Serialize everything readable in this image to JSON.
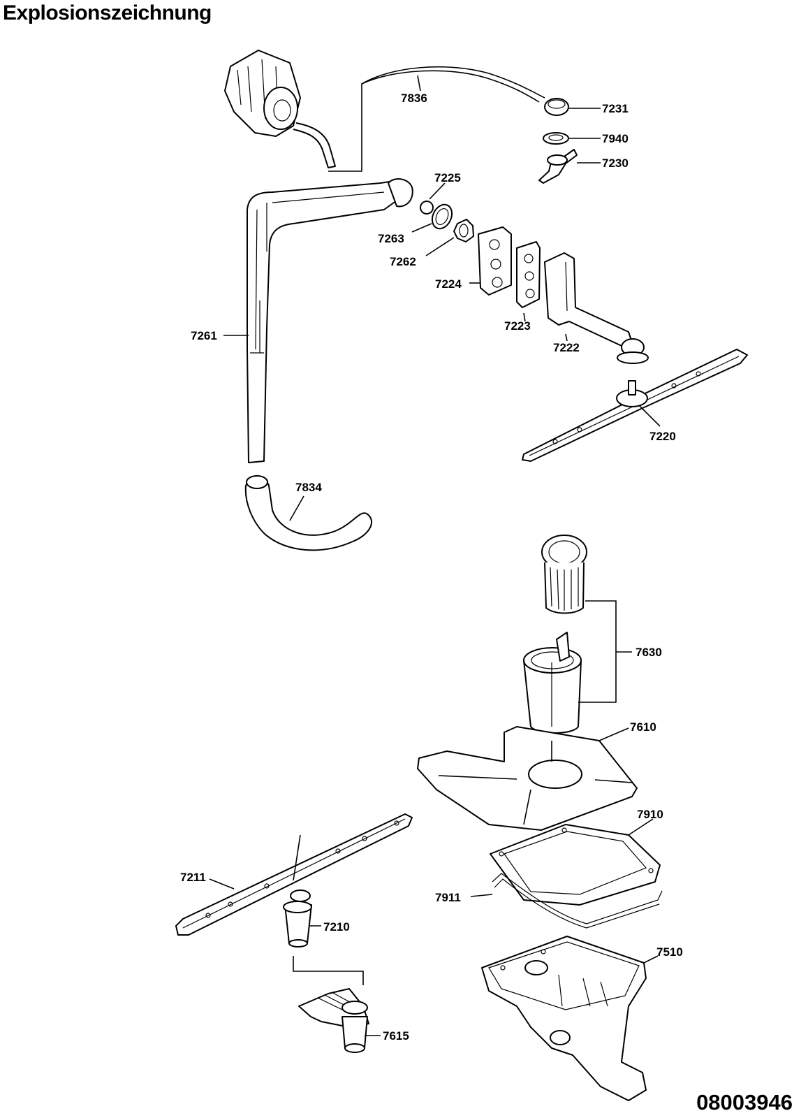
{
  "header": {
    "title": "Explosionszeichnung"
  },
  "footer": {
    "document_number": "08003946"
  },
  "callouts": {
    "p7836": "7836",
    "p7231": "7231",
    "p7940": "7940",
    "p7230": "7230",
    "p7225": "7225",
    "p7263": "7263",
    "p7262": "7262",
    "p7224": "7224",
    "p7223": "7223",
    "p7222": "7222",
    "p7261": "7261",
    "p7220": "7220",
    "p7834": "7834",
    "p7630": "7630",
    "p7610": "7610",
    "p7910": "7910",
    "p7211": "7211",
    "p7911": "7911",
    "p7210": "7210",
    "p7510": "7510",
    "p7615": "7615"
  }
}
